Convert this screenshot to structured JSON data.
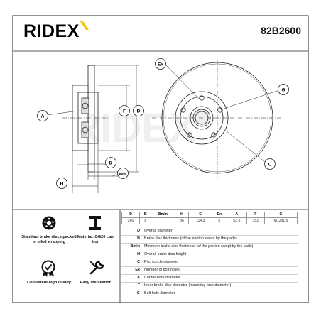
{
  "brand": {
    "name": "RIDEX",
    "accent_color": "#f5c400"
  },
  "part_number": "82B2600",
  "watermark": "RIDEX",
  "callouts": [
    "Ex",
    "G",
    "F",
    "D",
    "A",
    "C",
    "B",
    "Bmin",
    "H"
  ],
  "features": [
    {
      "icon": "disc-packaging-icon",
      "label": "Standard brake discs packed in oiled wrapping"
    },
    {
      "icon": "ibeam-material-icon",
      "label": "Material: GG20 cast iron"
    },
    {
      "icon": "quality-badge-icon",
      "label": "Consistent high quality"
    },
    {
      "icon": "wrench-install-icon",
      "label": "Easy installation"
    }
  ],
  "spec_table": {
    "headers": [
      "D",
      "B",
      "Bmin",
      "H",
      "C",
      "Ex",
      "A",
      "F",
      "G"
    ],
    "values": [
      "260",
      "8",
      "7",
      "86",
      "114,3",
      "5",
      "52,3",
      "152",
      "M12x1,5"
    ]
  },
  "legend": [
    {
      "key": "D",
      "text": "Overall diameter"
    },
    {
      "key": "B",
      "text": "Brake disc thickness (of the portion swept by the pads)"
    },
    {
      "key": "Bmin",
      "text": "Minimum brake disc thickness (of the portion swept by the pads)"
    },
    {
      "key": "H",
      "text": "Overall brake disc height"
    },
    {
      "key": "C",
      "text": "Pitch circle diameter"
    },
    {
      "key": "Ex",
      "text": "Number of bolt holes"
    },
    {
      "key": "A",
      "text": "Centre bore diameter"
    },
    {
      "key": "F",
      "text": "Inner brake disc diameter (mounting face diameter)"
    },
    {
      "key": "G",
      "text": "Bolt hole diameter"
    }
  ]
}
